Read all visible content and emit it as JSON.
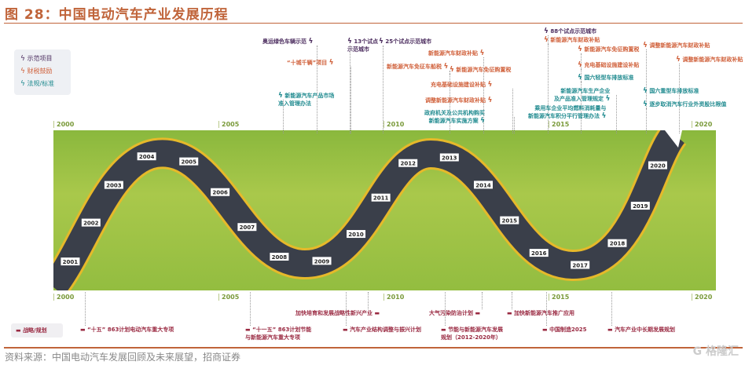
{
  "title": "图 28：中国电动汽车产业发展历程",
  "legend": {
    "demo": "示范项目",
    "fiscal": "财税鼓励",
    "regulation": "法规/标准",
    "plan": "战略/规划"
  },
  "colors": {
    "demo": "#4b2c5e",
    "fiscal": "#d0603a",
    "regulation": "#1f8a8f",
    "plan": "#9a2a42",
    "road": "#3a3f4a",
    "grass": "#9bc245"
  },
  "years": [
    "2000",
    "2005",
    "2010",
    "2015",
    "2020"
  ],
  "road_years": [
    "2001",
    "2002",
    "2003",
    "2004",
    "2005",
    "2006",
    "2007",
    "2008",
    "2009",
    "2010",
    "2011",
    "2012",
    "2013",
    "2014",
    "2015",
    "2016",
    "2017",
    "2018",
    "2019",
    "2020"
  ],
  "top_events": [
    {
      "text": "奥运绿色车辆示范",
      "category": "demo"
    },
    {
      "text": "“十城千辆”项目",
      "category": "fiscal"
    },
    {
      "text": "新能源汽车产品市场\n准入管理办法",
      "category": "regulation"
    },
    {
      "text": "13个试点\n示范城市",
      "category": "demo"
    },
    {
      "text": "25个试点示范城市",
      "category": "demo"
    },
    {
      "text": "新能源汽车财政补贴",
      "category": "fiscal"
    },
    {
      "text": "新能源汽车免征车船税",
      "category": "fiscal"
    },
    {
      "text": "新能源汽车免征购置税",
      "category": "fiscal"
    },
    {
      "text": "充电基础设施建设补贴",
      "category": "fiscal"
    },
    {
      "text": "调整新能源汽车财政补贴",
      "category": "fiscal"
    },
    {
      "text": "政府机关及公共机构购买\n新能源汽车实施方案",
      "category": "regulation"
    },
    {
      "text": "88个试点示范城市",
      "category": "demo"
    },
    {
      "text": "新能源汽车财政补贴",
      "category": "fiscal"
    },
    {
      "text": "新能源汽车免征购置税",
      "category": "fiscal"
    },
    {
      "text": "充电基础设施建设补贴",
      "category": "fiscal"
    },
    {
      "text": "国六轻型车排放标准",
      "category": "regulation"
    },
    {
      "text": "新能源汽车生产企业\n及产品准入管理规定",
      "category": "regulation"
    },
    {
      "text": "乘用车企业平均燃料消耗量与\n新能源汽车积分平行管理办法",
      "category": "regulation"
    },
    {
      "text": "调整新能源汽车财政补贴",
      "category": "fiscal"
    },
    {
      "text": "调整新能源汽车财政补贴",
      "category": "fiscal"
    },
    {
      "text": "国六重型车排放标准",
      "category": "regulation"
    },
    {
      "text": "逐步取消汽车行业外资股比限值",
      "category": "regulation"
    }
  ],
  "bottom_events": [
    {
      "text": "“十五” 863计划电动汽车重大专项"
    },
    {
      "text": "“十一五” 863计划节能\n与新能源汽车重大专项"
    },
    {
      "text": "加快培育和发展战略性新兴产业"
    },
    {
      "text": "汽车产业结构调整与振兴计划"
    },
    {
      "text": "大气污染防治计划"
    },
    {
      "text": "节能与新能源汽车发展\n规划（2012-2020年）"
    },
    {
      "text": "加快新能源汽车推广应用"
    },
    {
      "text": "中国制造2025"
    },
    {
      "text": "汽车产业中长期发展规划"
    }
  ],
  "source": "资料来源：中国电动汽车发展回顾及未来展望，招商证券",
  "watermark": "格隆汇"
}
